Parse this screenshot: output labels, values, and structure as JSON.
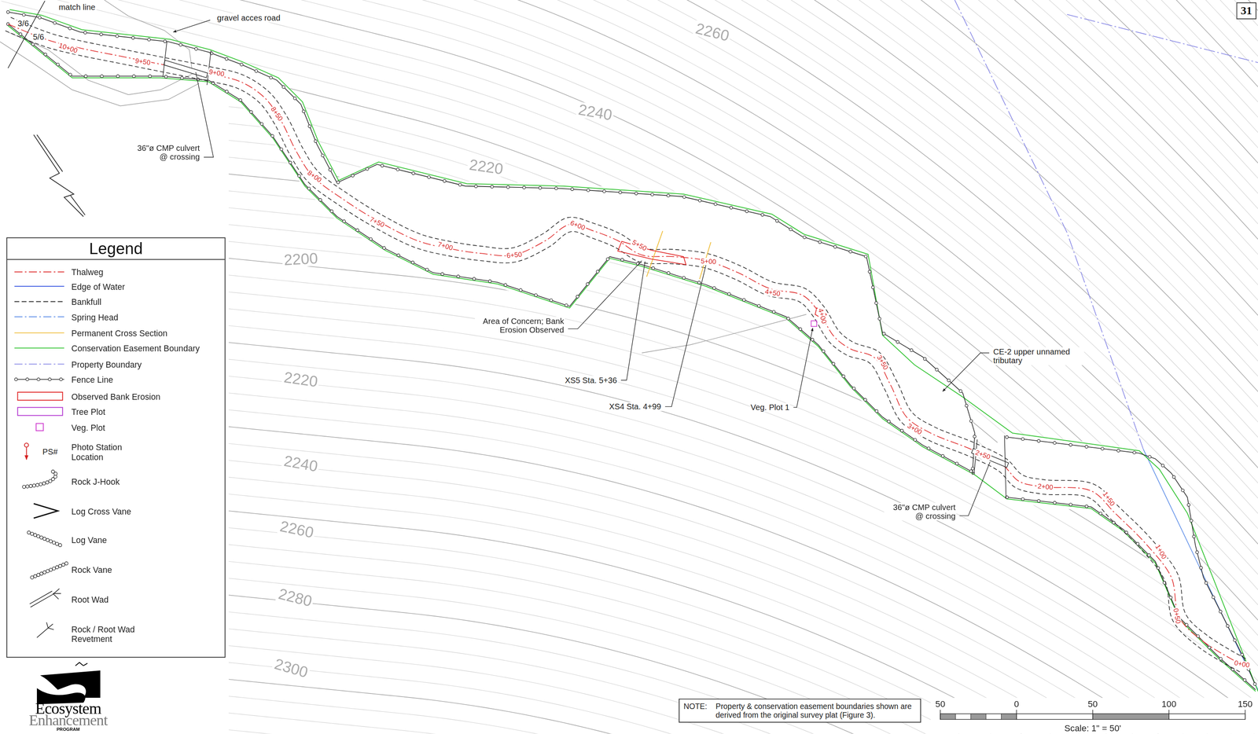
{
  "diagram": {
    "nodes": [
      {
        "text": [
          "Legend"
        ]
      },
      {
        "text": [
          "NOTE:",
          "Property & conservation easement boundaries shown are derived from the original survey plat (Figure 3)."
        ]
      },
      {
        "text": [
          "31"
        ]
      }
    ],
    "labels": [
      "match line",
      "3/6",
      "5/6",
      "gravel acces road",
      "10+00",
      "9+50",
      "9+00",
      "36\"ø CMP culvert @ crossing",
      "8+50",
      "8+00",
      "2260",
      "2240",
      "2220",
      "2200",
      "7+50",
      "7+00",
      "6+50",
      "6+00",
      "5+50",
      "5+00",
      "4+50",
      "4+00",
      "Area of Concern; Bank Erosion Observed",
      "XS5 Sta. 5+36",
      "XS4 Sta. 4+99",
      "Veg. Plot 1",
      "CE-2 upper unnamed tributary",
      "3+50",
      "3+00",
      "2+50",
      "36\"ø CMP culvert @ crossing",
      "2+00",
      "1+50",
      "1+00",
      "0+50",
      "0+00",
      "2220",
      "2240",
      "2260",
      "2280",
      "2300",
      "PS#",
      "Ecosystem",
      "Enhancement",
      "PROGRAM",
      "50",
      "0",
      "50",
      "100",
      "150",
      "Scale: 1\" = 50'"
    ],
    "legend": [
      {
        "text": "Thalweg"
      },
      {
        "text": "Edge of Water"
      },
      {
        "text": "Bankfull"
      },
      {
        "text": "Spring Head"
      },
      {
        "text": "Permanent Cross Section"
      },
      {
        "text": "Conservation Easement Boundary"
      },
      {
        "text": "Property Boundary"
      },
      {
        "text": "Fence Line"
      },
      {
        "text": "Observed Bank Erosion"
      },
      {
        "text": "Tree Plot"
      },
      {
        "text": "Veg. Plot"
      },
      {
        "text": "Photo Station Location"
      },
      {
        "text": "Rock J-Hook"
      },
      {
        "text": "Log Cross Vane"
      },
      {
        "text": "Log Vane"
      },
      {
        "text": "Rock Vane"
      },
      {
        "text": "Root Wad"
      },
      {
        "text": "Rock / Root Wad Revetment"
      }
    ]
  }
}
